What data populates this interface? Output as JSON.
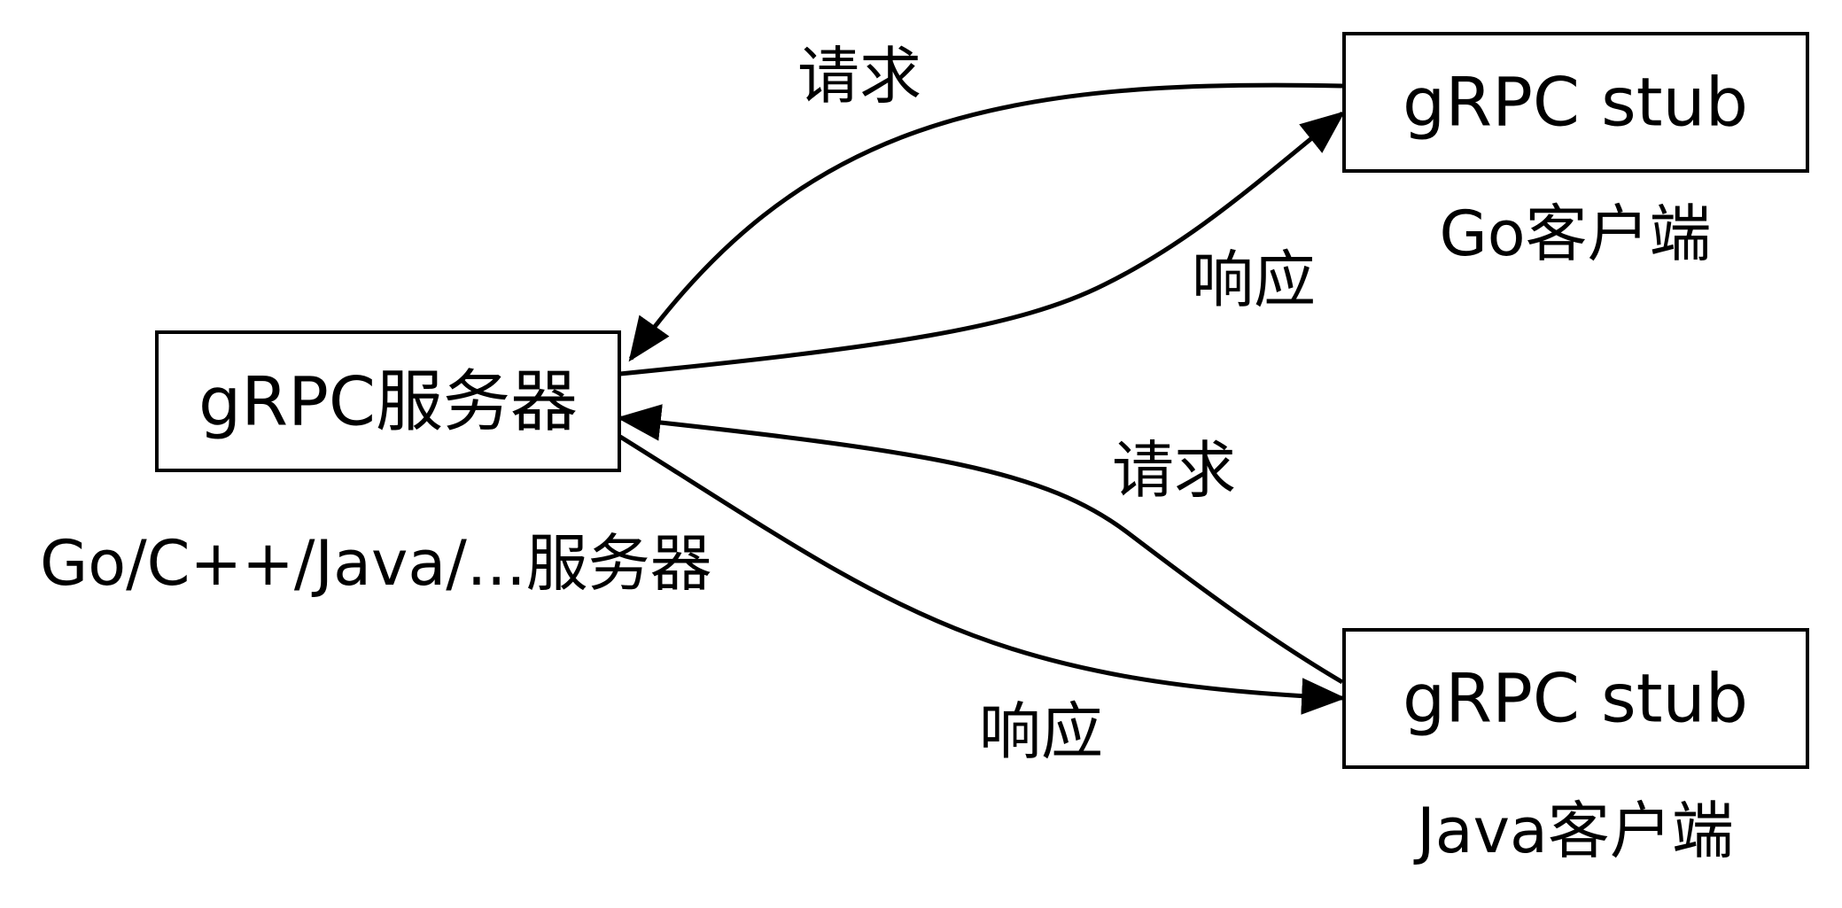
{
  "nodes": {
    "server": {
      "label": "gRPC服务器",
      "caption": "Go/C++/Java/...服务器"
    },
    "go_client": {
      "label": "gRPC stub",
      "caption": "Go客户端"
    },
    "java_client": {
      "label": "gRPC stub",
      "caption": "Java客户端"
    }
  },
  "edges": {
    "go_request": "请求",
    "go_response": "响应",
    "java_request": "请求",
    "java_response": "响应"
  },
  "colors": {
    "stroke": "#000000",
    "background": "#ffffff"
  }
}
